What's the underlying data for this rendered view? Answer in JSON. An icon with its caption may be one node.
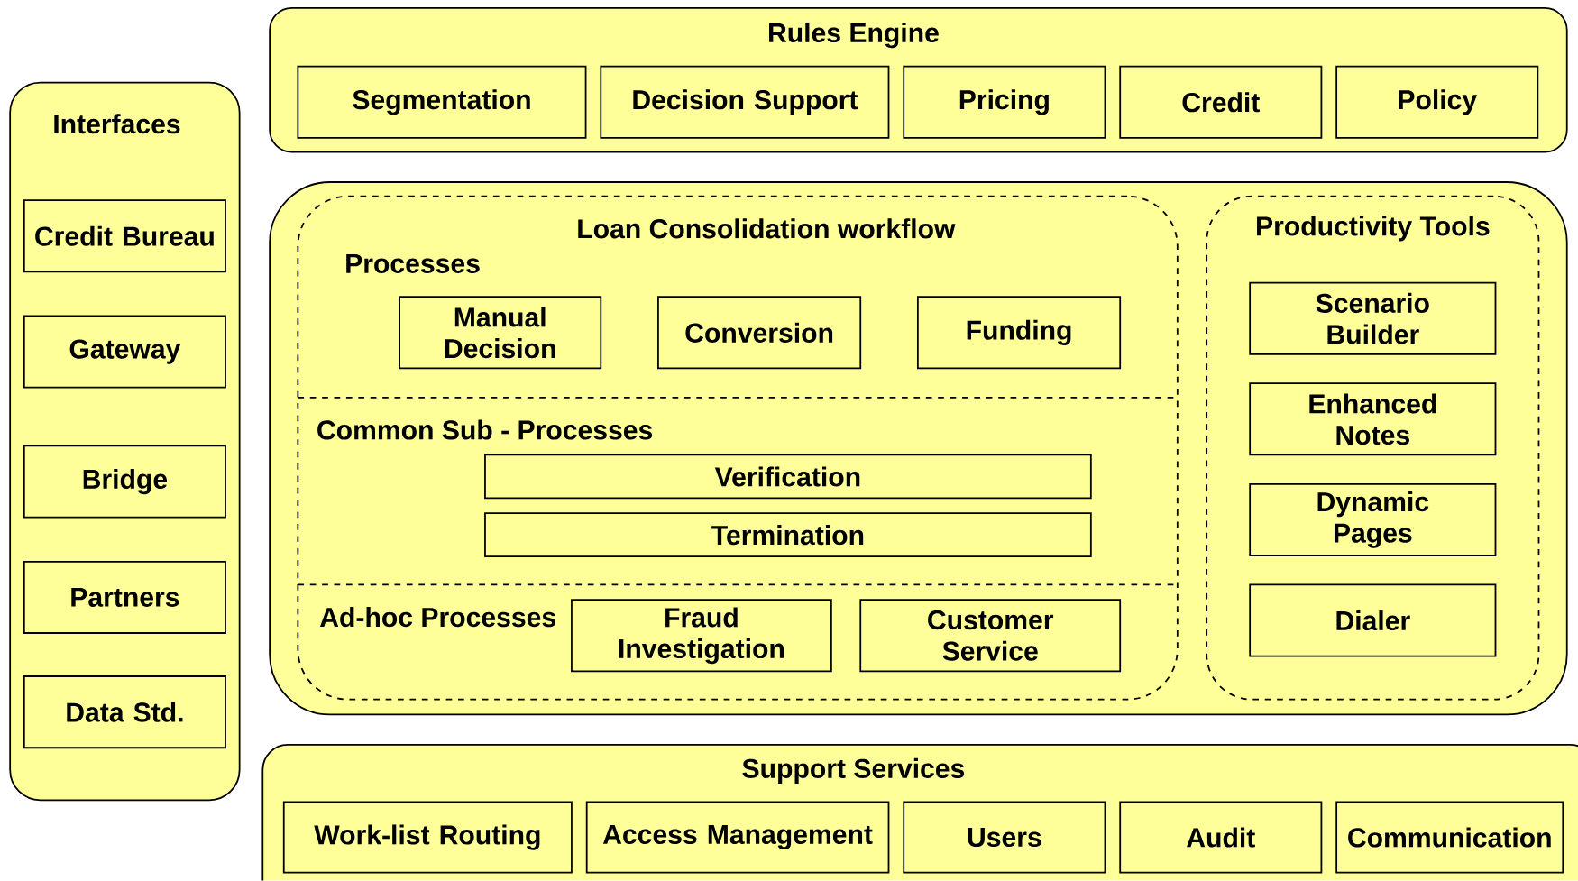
{
  "diagram": {
    "nodes": [
      {
        "text": [
          "Rules Engine"
        ]
      },
      {
        "text": [
          "Segmentation"
        ],
        "in": 0
      },
      {
        "text": [
          "Decision Support"
        ],
        "in": 0
      },
      {
        "text": [
          "Pricing"
        ],
        "in": 0
      },
      {
        "text": [
          "Credit"
        ],
        "in": 0
      },
      {
        "text": [
          "Policy"
        ],
        "in": 0
      },
      {
        "text": [
          "Interfaces"
        ]
      },
      {
        "text": [
          "Credit Bureau"
        ],
        "in": 6
      },
      {
        "text": [
          "Gateway"
        ],
        "in": 6
      },
      {
        "text": [
          "Bridge"
        ],
        "in": 6
      },
      {
        "text": [
          "Partners"
        ],
        "in": 6
      },
      {
        "text": [
          "Data Std."
        ],
        "in": 6
      },
      {
        "text": [],
        "shape": "box"
      },
      {
        "text": [
          "Loan Consolidation workflow",
          "Processes",
          "Common Sub - Processes",
          "Ad-hoc Processes"
        ],
        "in": 12
      },
      {
        "text": [
          "Manual Decision"
        ],
        "in": 13
      },
      {
        "text": [
          "Conversion"
        ],
        "in": 13
      },
      {
        "text": [
          "Funding"
        ],
        "in": 13
      },
      {
        "text": [
          "Verification"
        ],
        "in": 13
      },
      {
        "text": [
          "Termination"
        ],
        "in": 13
      },
      {
        "text": [
          "Fraud Investigation"
        ],
        "in": 13
      },
      {
        "text": [
          "Customer Service"
        ],
        "in": 13
      },
      {
        "text": [
          "Productivity Tools"
        ],
        "in": 12
      },
      {
        "text": [
          "Scenario Builder"
        ],
        "in": 21
      },
      {
        "text": [
          "Enhanced Notes"
        ],
        "in": 21
      },
      {
        "text": [
          "Dynamic Pages"
        ],
        "in": 21
      },
      {
        "text": [
          "Dialer"
        ],
        "in": 21
      },
      {
        "text": [
          "Support Services"
        ]
      },
      {
        "text": [
          "Work-list Routing"
        ],
        "in": 26
      },
      {
        "text": [
          "Access Management"
        ],
        "in": 26
      },
      {
        "text": [
          "Users"
        ],
        "in": 26
      },
      {
        "text": [
          "Audit"
        ],
        "in": 26
      },
      {
        "text": [
          "Communication"
        ],
        "in": 26
      }
    ]
  }
}
